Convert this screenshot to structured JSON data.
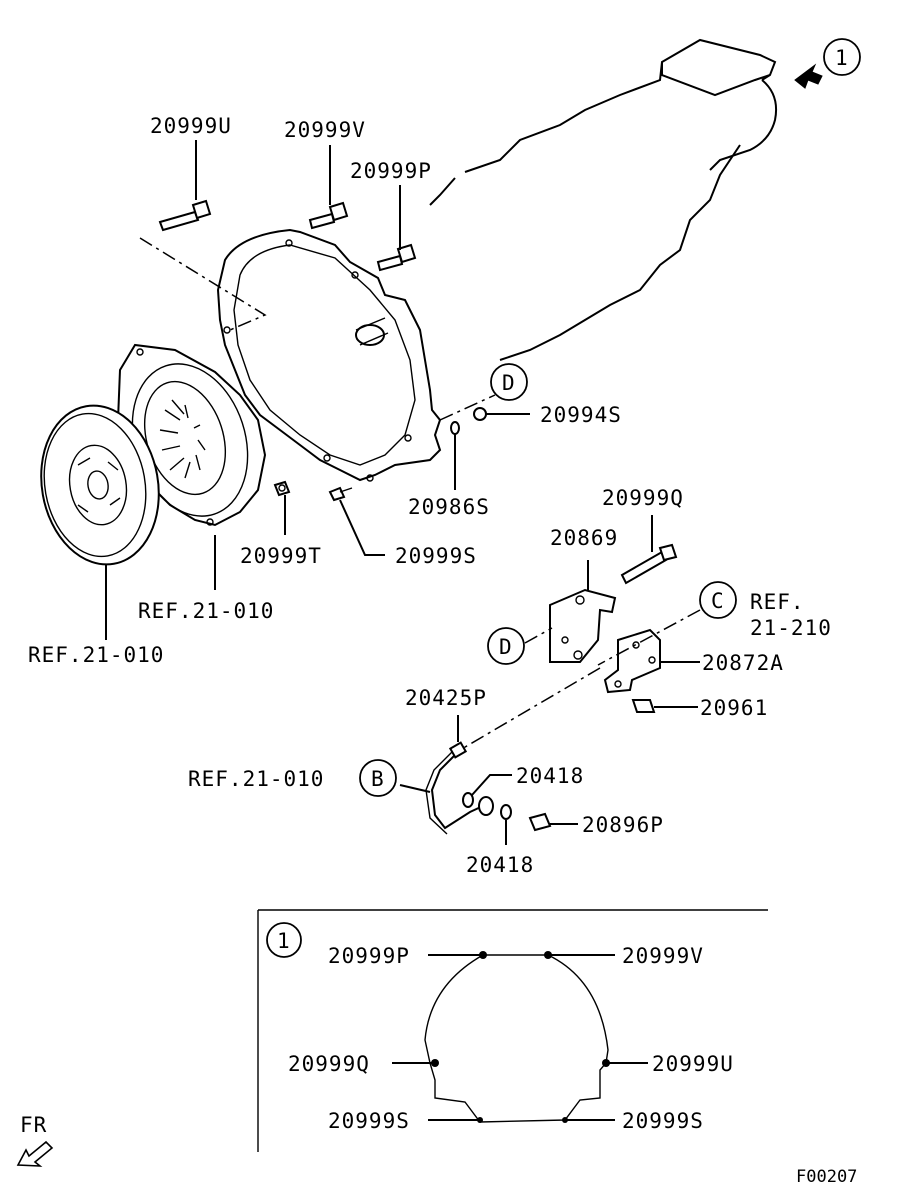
{
  "diagram": {
    "callouts": {
      "p20999U": "20999U",
      "p20999V": "20999V",
      "p20999P": "20999P",
      "p20994S": "20994S",
      "p20986S": "20986S",
      "p20999T": "20999T",
      "p20999S": "20999S",
      "p20999Q": "20999Q",
      "p20869": "20869",
      "p20872A": "20872A",
      "p20961": "20961",
      "p20425P": "20425P",
      "p20418_top": "20418",
      "p20418_bottom": "20418",
      "p20896P": "20896P",
      "ref_pressure_plate": "REF.21-010",
      "ref_disc": "REF.21-010",
      "ref_b": "REF.21-010",
      "ref_c_line1": "REF.",
      "ref_c_line2": "21-210"
    },
    "markers": {
      "view_1": "1",
      "inset_1": "1",
      "marker_d_top": "D",
      "marker_d_bracket": "D",
      "marker_c": "C",
      "marker_b": "B"
    },
    "inset": {
      "top_left": "20999P",
      "top_right": "20999V",
      "mid_left": "20999Q",
      "mid_right": "20999U",
      "bottom_left": "20999S",
      "bottom_right": "20999S"
    },
    "footer": {
      "direction": "FR",
      "figure_code": "F00207"
    }
  }
}
